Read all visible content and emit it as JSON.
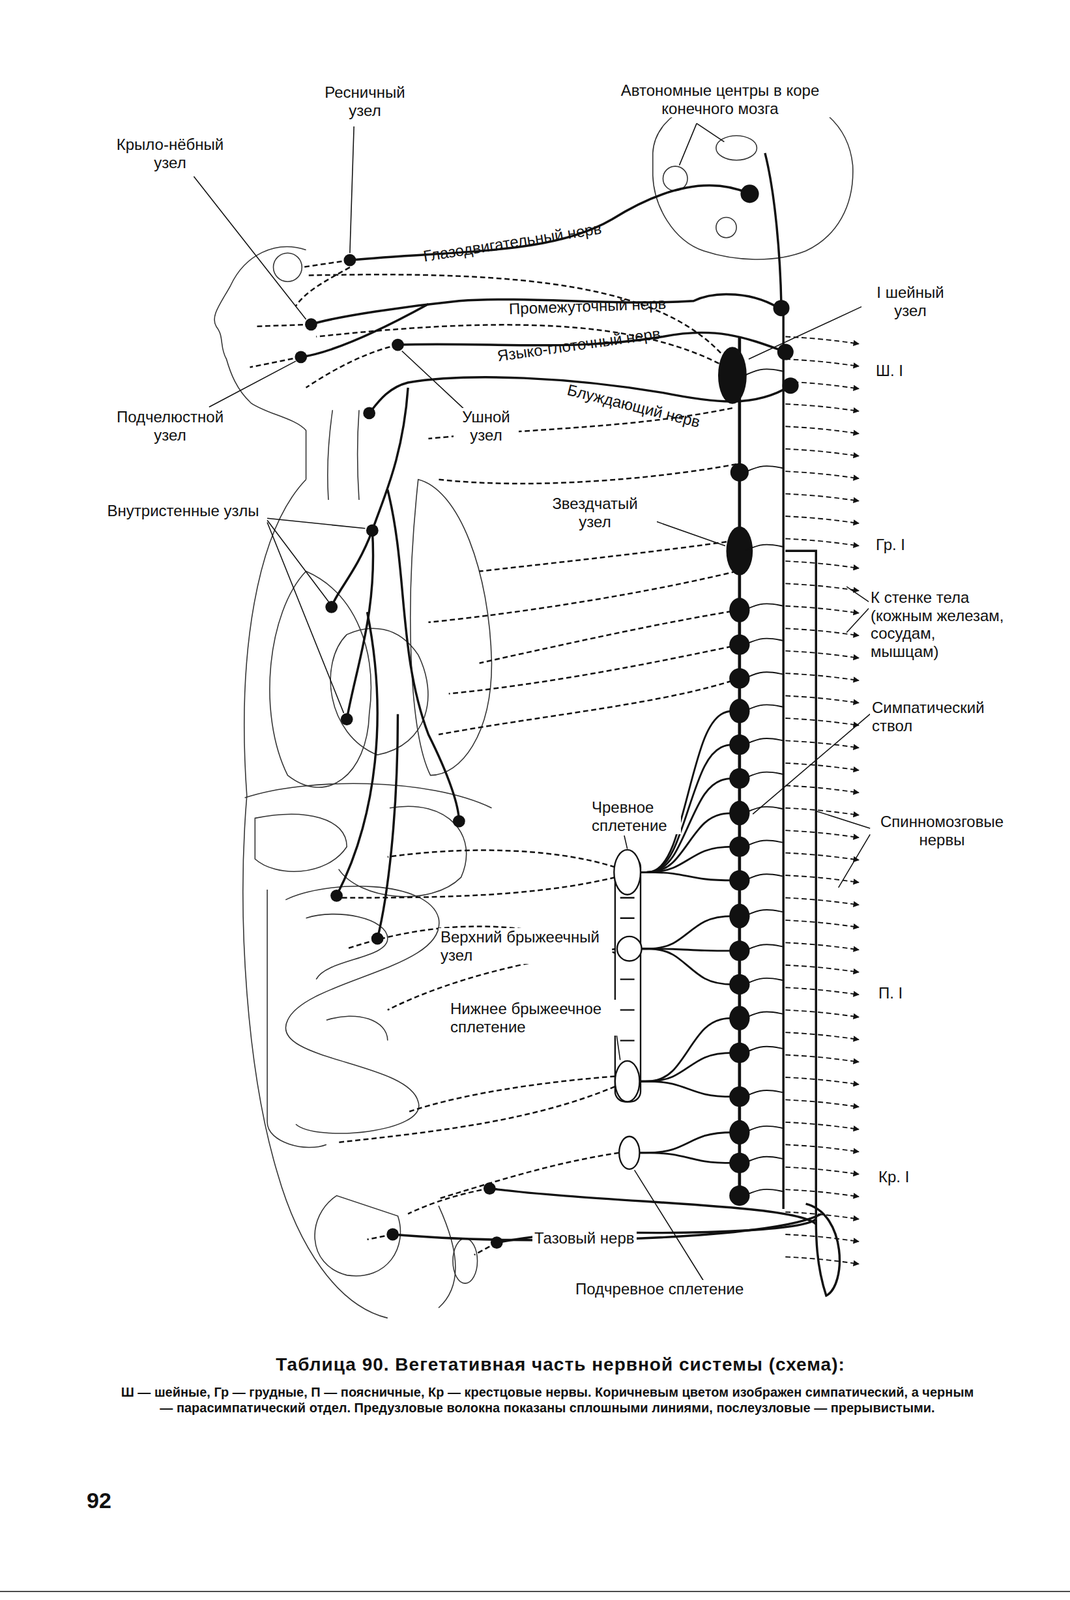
{
  "diagram": {
    "title": "Таблица 90. Вегетативная часть нервной системы (схема):",
    "caption": "Ш — шейные, Гр — грудные, П — поясничные, Кр — крестцовые нервы. Коричневым цветом изображен симпатический, а черным — парасимпатический отдел. Предузловые волокна показаны сплошными линиями, послеузловые — прерывистыми.",
    "labels": [
      "Ресничный узел",
      "Автономные центры в коре конечного мозга",
      "Крыло-нёбный узел",
      "Глазодвигательный нерв",
      "I шейный узел",
      "Промежуточный нерв",
      "Языко-глоточный нерв",
      "Ш. I",
      "Блуждающий нерв",
      "Подчелюстной узел",
      "Ушной узел",
      "Внутристенные узлы",
      "Звездчатый узел",
      "Гр. I",
      "К стенке тела (кожным железам, сосудам, мышцам)",
      "Симпатический ствол",
      "Чревное сплетение",
      "Спинномозговые нервы",
      "Верхний брыжеечный узел",
      "П. I",
      "Нижнее брыжеечное сплетение",
      "Кр. I",
      "Тазовый нерв",
      "Подчревное сплетение",
      "92"
    ]
  }
}
